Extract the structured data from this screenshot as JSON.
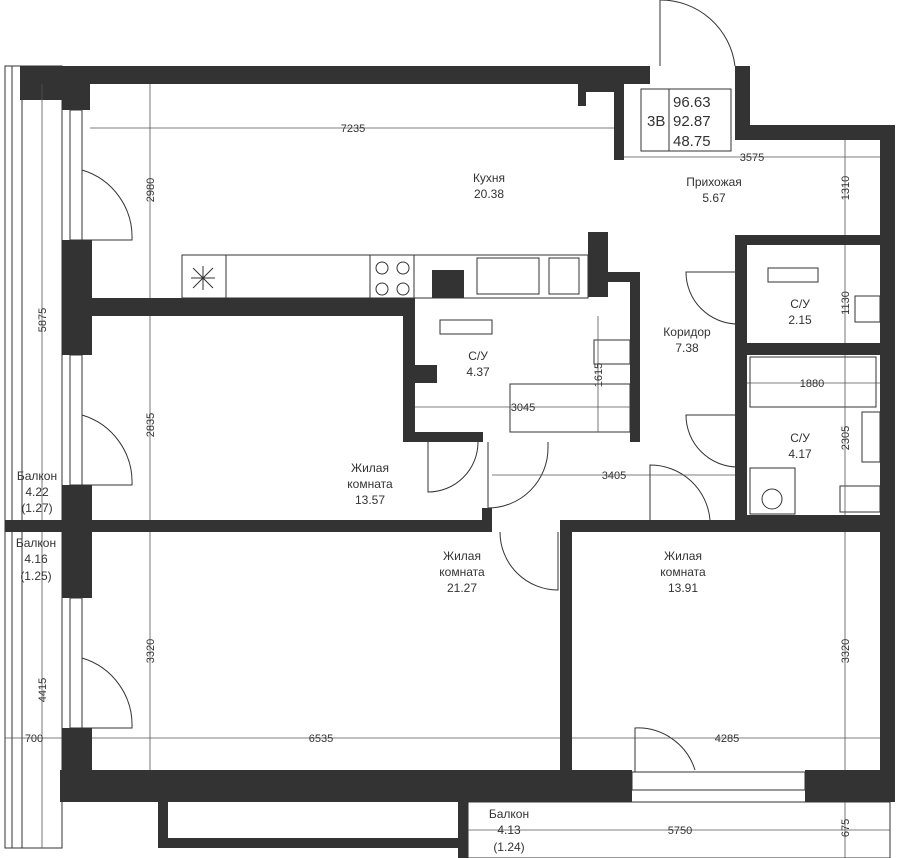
{
  "summary": {
    "type": "3В",
    "total_area": "96.63",
    "area_2": "92.87",
    "living_area": "48.75"
  },
  "rooms": [
    {
      "name": "Кухня",
      "area": "20.38"
    },
    {
      "name": "Прихожая",
      "area": "5.67"
    },
    {
      "name": "С/У",
      "area": "2.15"
    },
    {
      "name": "Коридор",
      "area": "7.38"
    },
    {
      "name": "С/У",
      "area": "4.37"
    },
    {
      "name": "С/У",
      "area": "4.17"
    },
    {
      "name_1": "Жилая",
      "name_2": "комната",
      "area": "13.57"
    },
    {
      "name_1": "Жилая",
      "name_2": "комната",
      "area": "21.27"
    },
    {
      "name_1": "Жилая",
      "name_2": "комната",
      "area": "13.91"
    },
    {
      "name": "Балкон",
      "area": "4.22",
      "reduced": "(1.27)"
    },
    {
      "name": "Балкон",
      "area": "4.16",
      "reduced": "(1.25)"
    },
    {
      "name": "Балкон",
      "area": "4.13",
      "reduced": "(1.24)"
    }
  ],
  "dimensions": [
    "7235",
    "2980",
    "3575",
    "1310",
    "1130",
    "5875",
    "2835",
    "1615",
    "3045",
    "1880",
    "2305",
    "3405",
    "3320",
    "4415",
    "700",
    "6535",
    "4285",
    "3320",
    "5750",
    "675"
  ]
}
